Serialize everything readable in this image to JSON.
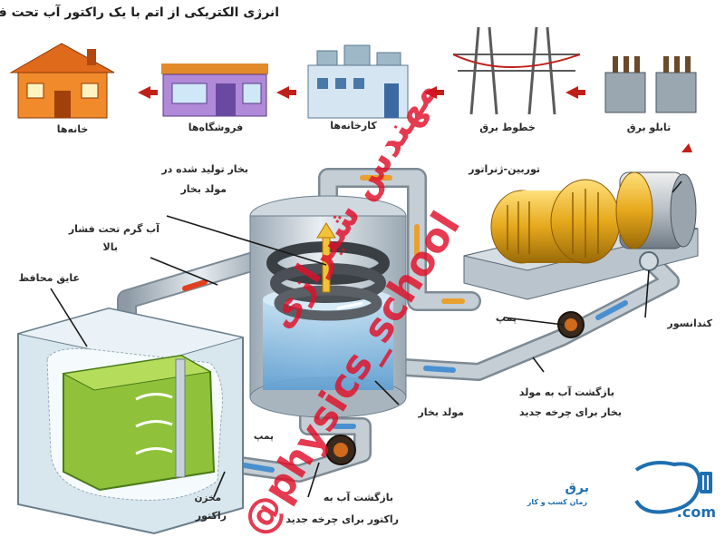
{
  "title": "انرژی الکتریکی از اتم با یک راکتور آب تحت فشار",
  "labels": {
    "homes": "خانه‌ها",
    "shops": "فروشگاه‌ها",
    "factories": "کارخانه‌ها",
    "power_lines": "خطوط برق",
    "switchboard": "تابلو برق",
    "turbine_generator": "توربین-ژنراتور",
    "steam_line1": "بخار تولید شده در",
    "steam_line2": "مولد بخار",
    "hot_water_line1": "آب گرم تحت فشار",
    "hot_water_line2": "بالا",
    "containment": "عایق محافظ",
    "pump_top": "پمپ",
    "condenser": "کندانسور",
    "return_gen_line1": "بازگشت آب به مولد",
    "return_gen_line2": "بخار برای چرخه جدید",
    "steam_generator": "مولد بخار",
    "pump_bottom": "پمپ",
    "return_reactor_line1": "بازگشت آب به",
    "return_reactor_line2": "راکتور برای چرخه جدید",
    "reactor_line1": "مخزن",
    "reactor_line2": "راکتور"
  },
  "watermark": {
    "text1": "@physics_school",
    "text2": "مهندس شیرازی"
  },
  "logo": {
    "name": "برق",
    "tagline": "زمان کسب و کار",
    "domain": ".com"
  },
  "colors": {
    "watermark": "#e0102a",
    "pipe": "#b8c4ce",
    "hot": "#e5a020",
    "core": "#8fc23a"
  }
}
